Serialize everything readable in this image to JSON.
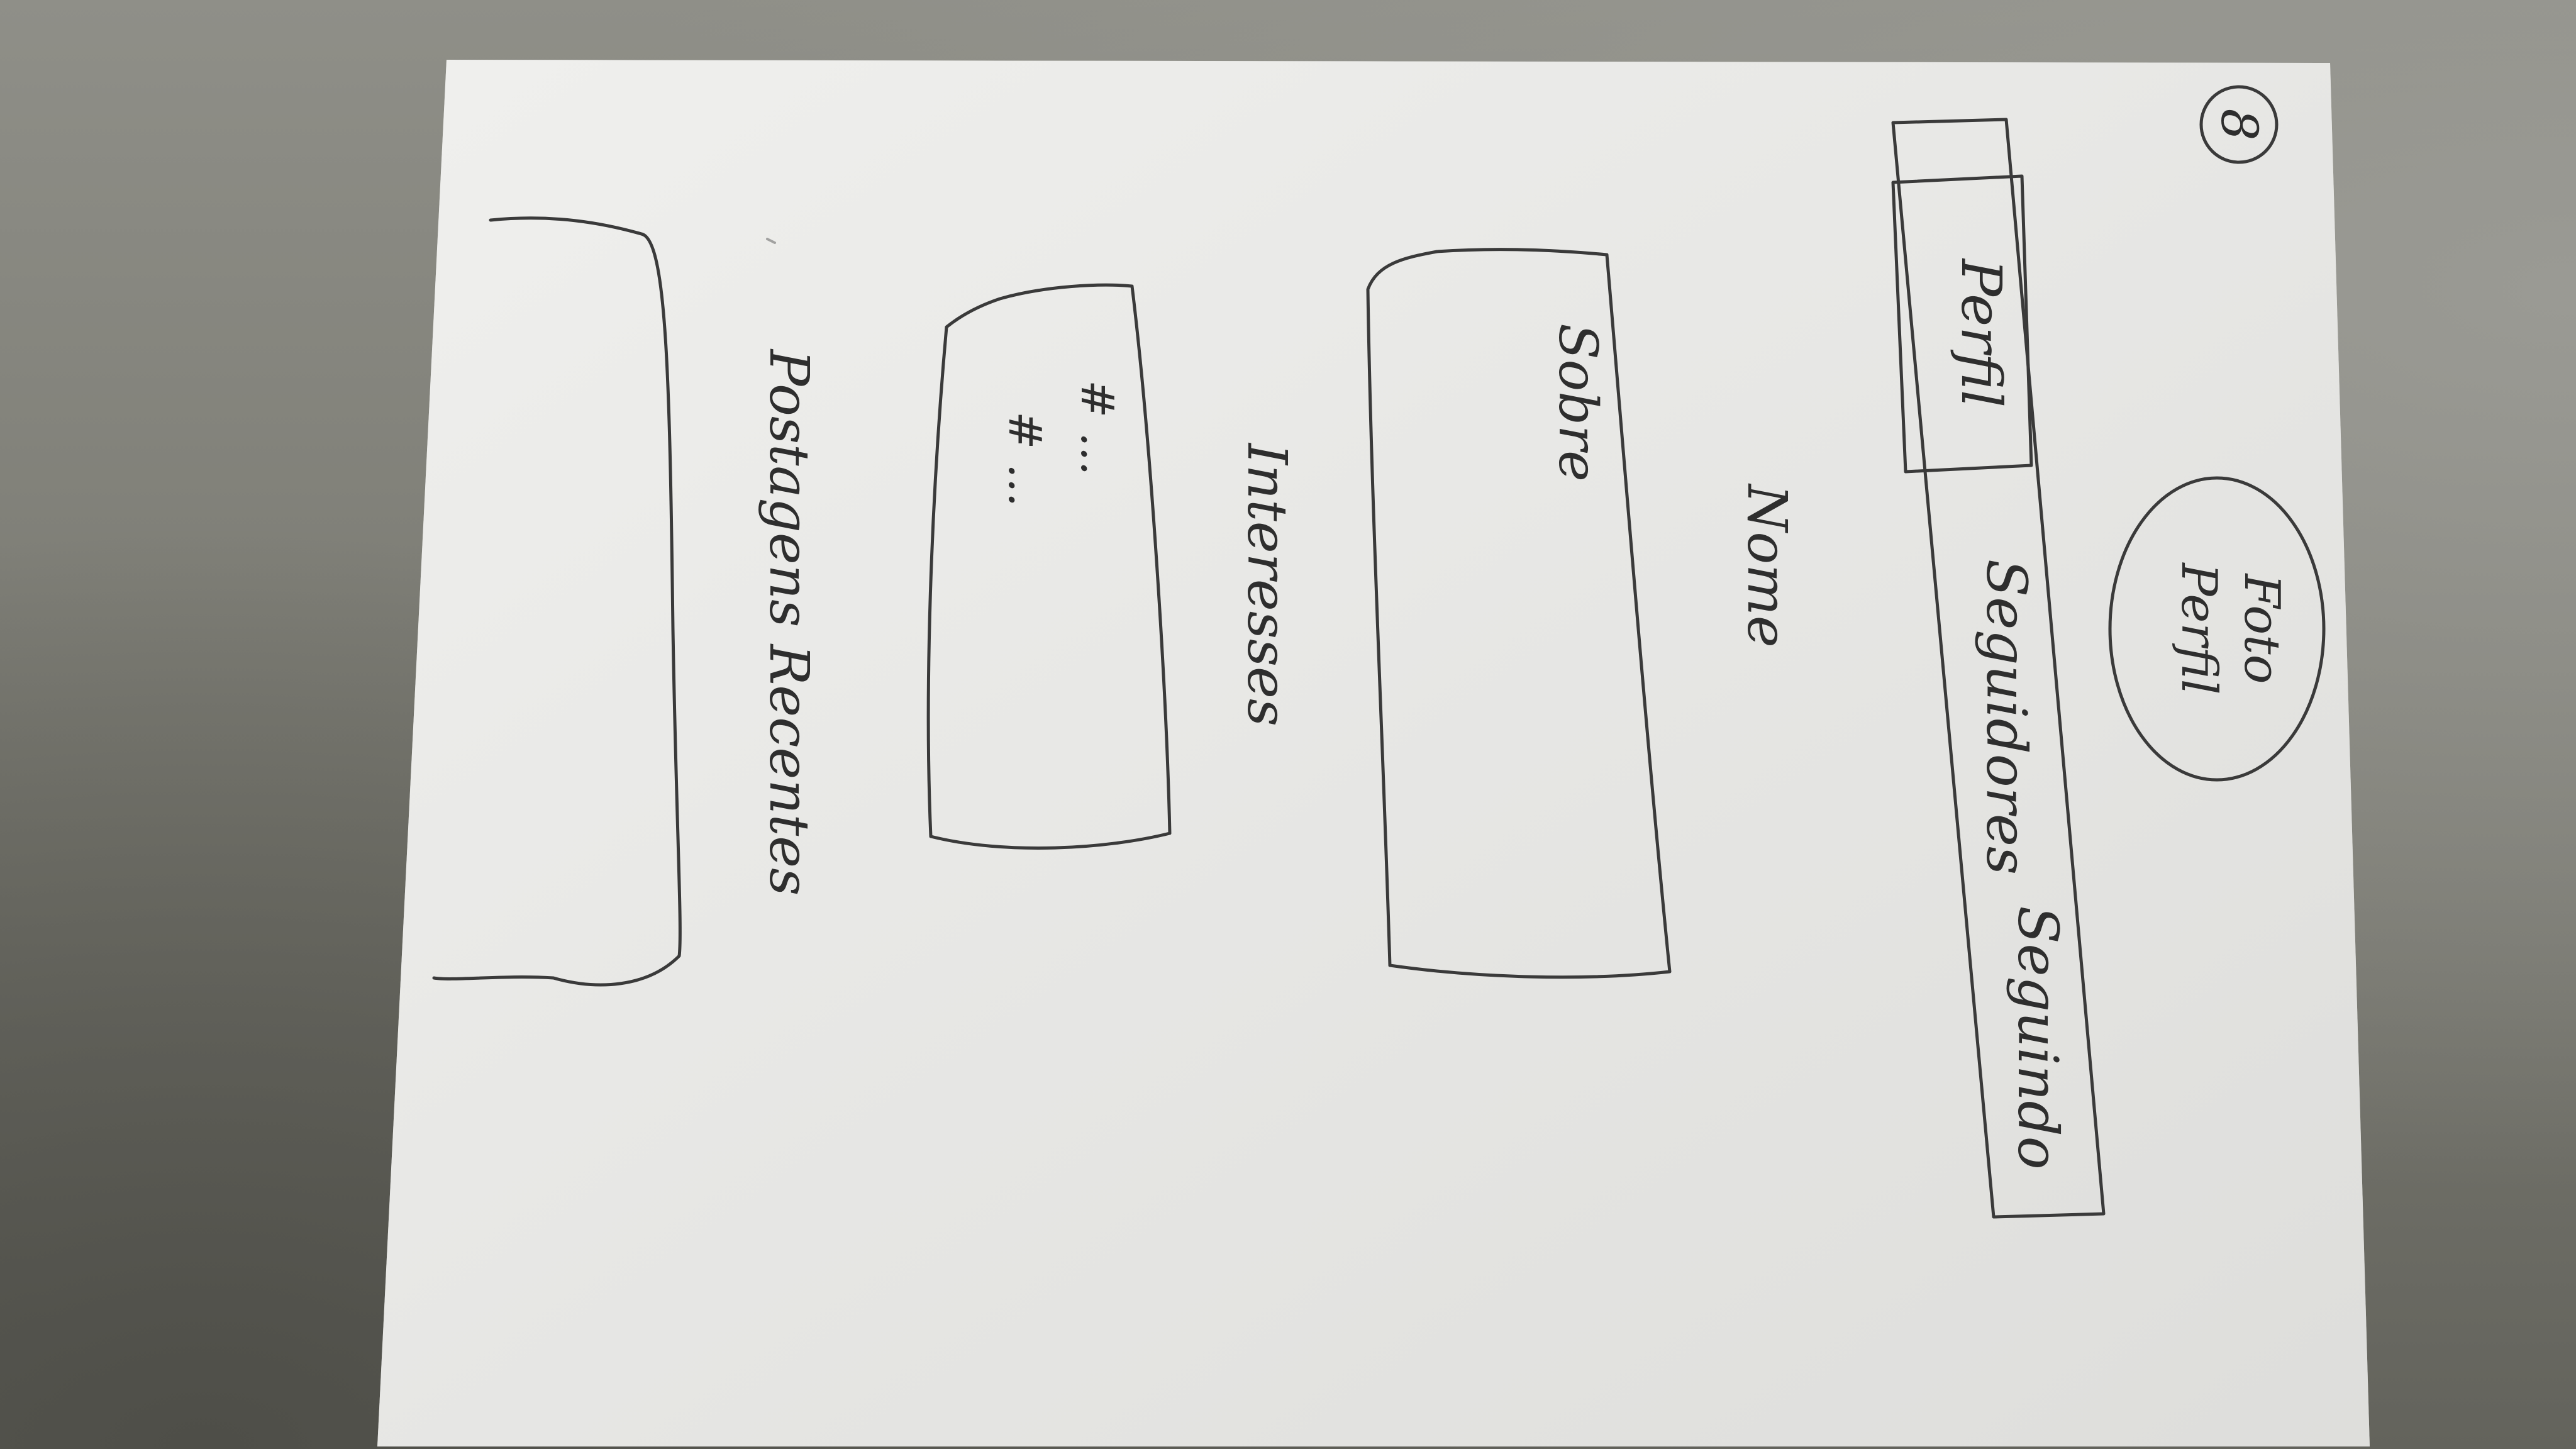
{
  "page_number": "8",
  "profile_photo": {
    "line1": "Foto",
    "line2": "Perfil"
  },
  "tabs": [
    {
      "label": "Perfil"
    },
    {
      "label": "Seguidores"
    },
    {
      "label": "Seguindo"
    }
  ],
  "name_label": "Nome",
  "about_label": "Sobre",
  "interests": {
    "title": "Interesses",
    "items": [
      "# ...",
      "# ..."
    ]
  },
  "recent_posts_label": "Postagens Recentes"
}
